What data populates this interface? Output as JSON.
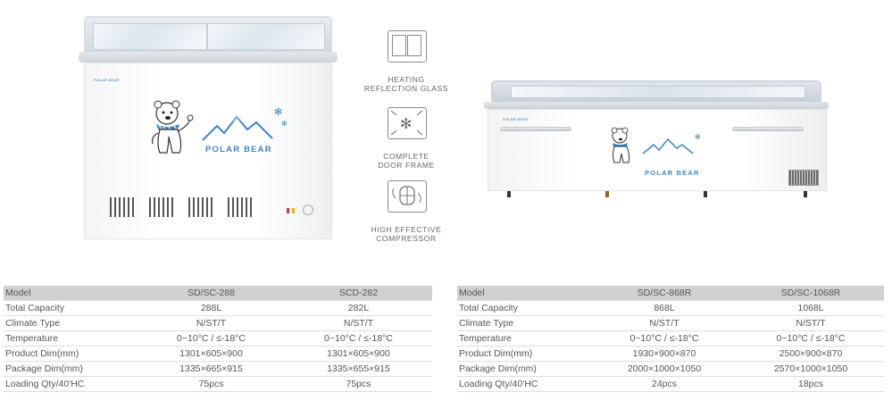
{
  "freezer_left": {
    "brand_small": "POLAR BEAR",
    "mascot_text": "POLAR BEAR"
  },
  "freezer_right": {
    "brand_small": "POLAR BEAR",
    "mascot_text": "POLAR BEAR"
  },
  "features": [
    {
      "icon": "glass-panel-icon",
      "label": "HEATING\nREFLECTION GLASS"
    },
    {
      "icon": "snowflake-frame-icon",
      "label": "COMPLETE\nDOOR FRAME"
    },
    {
      "icon": "compressor-icon",
      "label": "HIGH EFFECTIVE\nCOMPRESSOR"
    }
  ],
  "table_left": {
    "rows": [
      {
        "label": "Model",
        "v1": "SD/SC-288",
        "v2": "SCD-282"
      },
      {
        "label": "Total Capacity",
        "v1": "288L",
        "v2": "282L"
      },
      {
        "label": "Climate Type",
        "v1": "N/ST/T",
        "v2": "N/ST/T"
      },
      {
        "label": "Temperature",
        "v1": "0~10°C / ≤-18°C",
        "v2": "0~10°C / ≤-18°C"
      },
      {
        "label": "Product Dim(mm)",
        "v1": "1301×605×900",
        "v2": "1301×605×900"
      },
      {
        "label": "Package Dim(mm)",
        "v1": "1335×665×915",
        "v2": "1335×655×915"
      },
      {
        "label": "Loading Qty/40'HC",
        "v1": "75pcs",
        "v2": "75pcs"
      }
    ]
  },
  "table_right": {
    "rows": [
      {
        "label": "Model",
        "v1": "SD/SC-868R",
        "v2": "SD/SC-1068R"
      },
      {
        "label": "Total Capacity",
        "v1": "868L",
        "v2": "1068L"
      },
      {
        "label": "Climate Type",
        "v1": "N/ST/T",
        "v2": "N/ST/T"
      },
      {
        "label": "Temperature",
        "v1": "0~10°C / ≤-18°C",
        "v2": "0~10°C / ≤-18°C"
      },
      {
        "label": "Product Dim(mm)",
        "v1": "1930×900×870",
        "v2": "2500×900×870"
      },
      {
        "label": "Package Dim(mm)",
        "v1": "2000×1000×1050",
        "v2": "2570×1000×1050"
      },
      {
        "label": "Loading Qty/40'HC",
        "v1": "24pcs",
        "v2": "18pcs"
      }
    ]
  },
  "colors": {
    "accent_blue": "#3a86c8",
    "header_gray": "#d0d0d0",
    "led_red": "#e03030",
    "led_yellow": "#e8b020"
  }
}
